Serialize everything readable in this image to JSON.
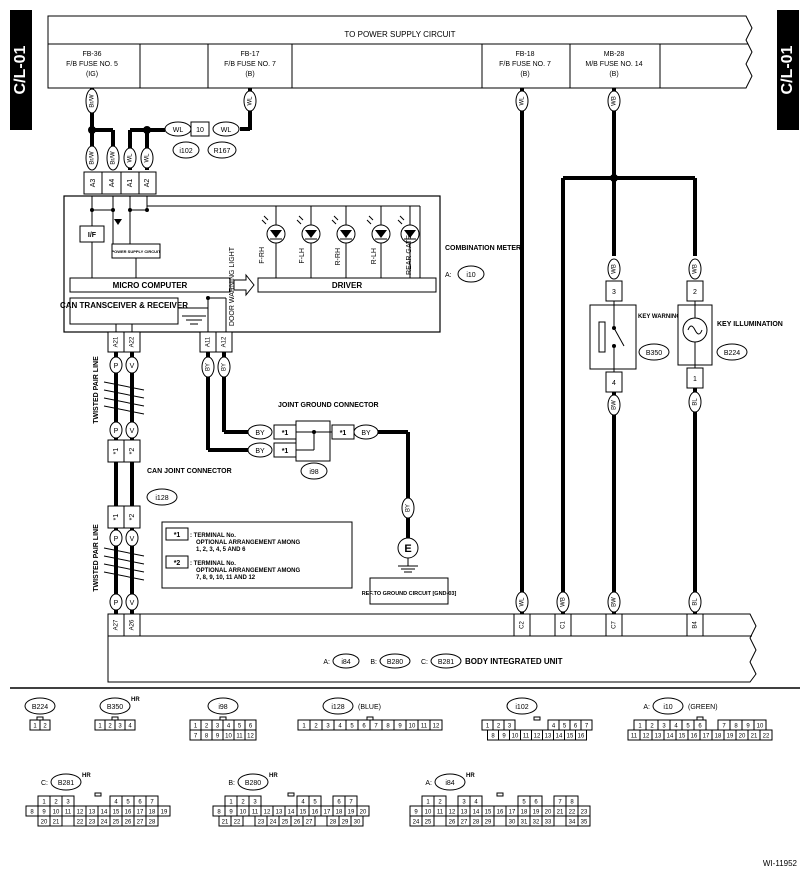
{
  "side_tab": "C/L-01",
  "footer_id": "WI-11952",
  "power_supply": {
    "title": "TO POWER SUPPLY CIRCUIT",
    "fuses": [
      {
        "name": "FB-36",
        "desc": "F/B FUSE NO. 5",
        "mode": "(IG)"
      },
      {
        "name": "FB-17",
        "desc": "F/B FUSE NO. 7",
        "mode": "(B)"
      },
      {
        "name": "FB-18",
        "desc": "F/B FUSE NO. 7",
        "mode": "(B)"
      },
      {
        "name": "MB-28",
        "desc": "M/B FUSE NO. 14",
        "mode": "(B)"
      }
    ]
  },
  "wires": {
    "br_w": "Br/W",
    "wl": "WL",
    "wb": "WB",
    "by": "BY",
    "p": "P",
    "v": "V",
    "bw": "BW",
    "bl": "BL"
  },
  "splice": {
    "pin": "10",
    "conn1": "i102",
    "conn2": "R167"
  },
  "meter": {
    "pins_top": [
      "A3",
      "A4",
      "A1",
      "A2"
    ],
    "if": "I/F",
    "psc": "POWER SUPPLY CIRCUIT",
    "micro": "MICRO COMPUTER",
    "can": "CAN TRANSCEIVER & RECEIVER",
    "driver": "DRIVER",
    "door_warning": "DOOR WARNING LIGHT",
    "leds": [
      "F-RH",
      "F-LH",
      "R-RH",
      "R-LH",
      "REAR GATE"
    ],
    "label": "COMBINATION METER",
    "conn_prefix": "A:",
    "conn": "i10",
    "pins_bottom": [
      "A21",
      "A22",
      "A11",
      "A12"
    ]
  },
  "twisted_pair": "TWISTED PAIR LINE",
  "joint_ground": {
    "label": "JOINT GROUND CONNECTOR",
    "conn": "i98",
    "star1": "*1"
  },
  "can_joint": {
    "label": "CAN JOINT CONNECTOR",
    "conn": "i128",
    "star1": "*1",
    "star2": "*2"
  },
  "legend": {
    "k1": "*1",
    "t1a": ": TERMINAL No.",
    "t1b": "OPTIONAL ARRANGEMENT AMONG",
    "t1c": "1, 2, 3, 4, 5 AND 6",
    "k2": "*2",
    "t2a": ": TERMINAL No.",
    "t2b": "OPTIONAL ARRANGEMENT AMONG",
    "t2c": "7, 8, 9, 10, 11 AND 12"
  },
  "ground": {
    "symbol": "E",
    "ref": "REF.TO GROUND CIRCUIT [GND-03]"
  },
  "key_warning": {
    "label": "KEY WARNING SWITCH",
    "conn": "B350",
    "pin_top": "3",
    "pin_bottom": "4"
  },
  "key_illum": {
    "label": "KEY ILLUMINATION",
    "conn": "B224",
    "pin_top": "2",
    "pin_bottom": "1"
  },
  "biu": {
    "pins": [
      "A27",
      "A26",
      "C2",
      "C1",
      "C7",
      "B4"
    ],
    "label": "BODY INTEGRATED UNIT",
    "c_a": "A:",
    "conn_a": "i84",
    "c_b": "B:",
    "conn_b": "B280",
    "c_c": "C:",
    "conn_c": "B281"
  },
  "connectors": [
    {
      "id": "B224",
      "prefix": "",
      "hr": "",
      "note": "",
      "rows": [
        [
          "1",
          "2"
        ]
      ]
    },
    {
      "id": "B350",
      "prefix": "",
      "hr": "HR",
      "note": "",
      "rows": [
        [
          "1",
          "2",
          "3",
          "4"
        ]
      ]
    },
    {
      "id": "i98",
      "prefix": "",
      "hr": "",
      "note": "",
      "rows": [
        [
          "1",
          "2",
          "3",
          "4",
          "5",
          "6"
        ],
        [
          "7",
          "8",
          "9",
          "10",
          "11",
          "12"
        ]
      ]
    },
    {
      "id": "i128",
      "prefix": "",
      "hr": "",
      "note": "(BLUE)",
      "rows": [
        [
          "1",
          "2",
          "3",
          "4",
          "5",
          "6",
          "7",
          "8",
          "9",
          "10",
          "11",
          "12"
        ]
      ]
    },
    {
      "id": "i102",
      "prefix": "",
      "hr": "",
      "note": "",
      "rows": [
        [
          "1",
          "2",
          "3",
          "",
          "",
          "",
          "4",
          "5",
          "6",
          "7"
        ],
        [
          "8",
          "9",
          "10",
          "11",
          "12",
          "13",
          "14",
          "15",
          "16"
        ]
      ]
    },
    {
      "id": "i10",
      "prefix": "A:",
      "hr": "",
      "note": "(GREEN)",
      "rows": [
        [
          "1",
          "2",
          "3",
          "4",
          "5",
          "6",
          "",
          "7",
          "8",
          "9",
          "10"
        ],
        [
          "11",
          "12",
          "13",
          "14",
          "15",
          "16",
          "17",
          "18",
          "19",
          "20",
          "21",
          "22"
        ]
      ]
    },
    {
      "id": "B281",
      "prefix": "C:",
      "hr": "HR",
      "note": "",
      "rows": [
        [
          "1",
          "2",
          "3",
          "",
          "",
          "",
          "4",
          "5",
          "6",
          "7"
        ],
        [
          "8",
          "9",
          "10",
          "11",
          "12",
          "13",
          "14",
          "15",
          "16",
          "17",
          "18",
          "19"
        ],
        [
          "20",
          "21",
          "",
          "22",
          "23",
          "24",
          "25",
          "26",
          "27",
          "28"
        ]
      ]
    },
    {
      "id": "B280",
      "prefix": "B:",
      "hr": "HR",
      "note": "",
      "rows": [
        [
          "1",
          "2",
          "3",
          "",
          "",
          "",
          "4",
          "5",
          "",
          "6",
          "7"
        ],
        [
          "8",
          "9",
          "10",
          "11",
          "12",
          "13",
          "14",
          "15",
          "16",
          "17",
          "18",
          "19",
          "20"
        ],
        [
          "21",
          "22",
          "",
          "23",
          "24",
          "25",
          "26",
          "27",
          "",
          "28",
          "29",
          "30"
        ]
      ]
    },
    {
      "id": "i84",
      "prefix": "A:",
      "hr": "HR",
      "note": "",
      "rows": [
        [
          "1",
          "2",
          "",
          "3",
          "4",
          "",
          "",
          "",
          "5",
          "6",
          "",
          "7",
          "8"
        ],
        [
          "9",
          "10",
          "11",
          "12",
          "13",
          "14",
          "15",
          "16",
          "17",
          "18",
          "19",
          "20",
          "21",
          "22",
          "23"
        ],
        [
          "24",
          "25",
          "",
          "26",
          "27",
          "28",
          "29",
          "",
          "30",
          "31",
          "32",
          "33",
          "",
          "34",
          "35"
        ]
      ]
    }
  ]
}
